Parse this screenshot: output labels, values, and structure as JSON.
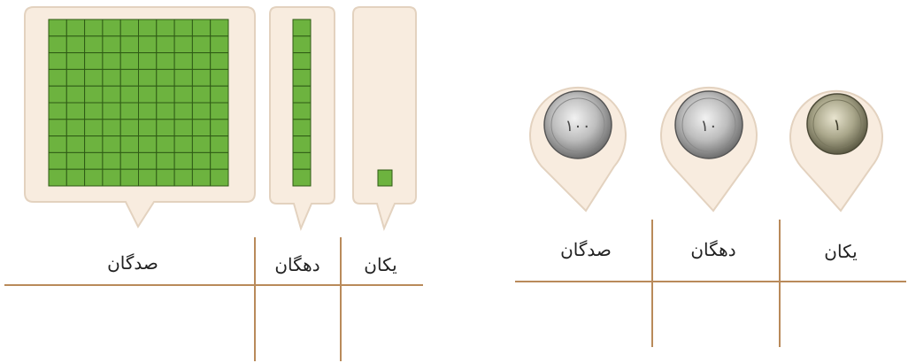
{
  "left_chart": {
    "headers": {
      "hundreds": "صدگان",
      "tens": "دهگان",
      "ones": "یکان"
    }
  },
  "right_chart": {
    "headers": {
      "hundreds": "صدگان",
      "tens": "دهگان",
      "ones": "یکان"
    },
    "coins": {
      "hundreds": "۱۰۰",
      "tens": "۱۰",
      "ones": "۱"
    }
  },
  "colors": {
    "bubble_fill": "#f8ecdf",
    "bubble_stroke": "#e3d2bf",
    "block_green": "#6db33f",
    "block_grid": "#2f5a16",
    "table_line": "#b98a5a",
    "coin_silver": "#c9c9c9"
  },
  "blocks": {
    "hundreds_grid": 10,
    "tens_cells": 10,
    "ones_cells": 1
  }
}
